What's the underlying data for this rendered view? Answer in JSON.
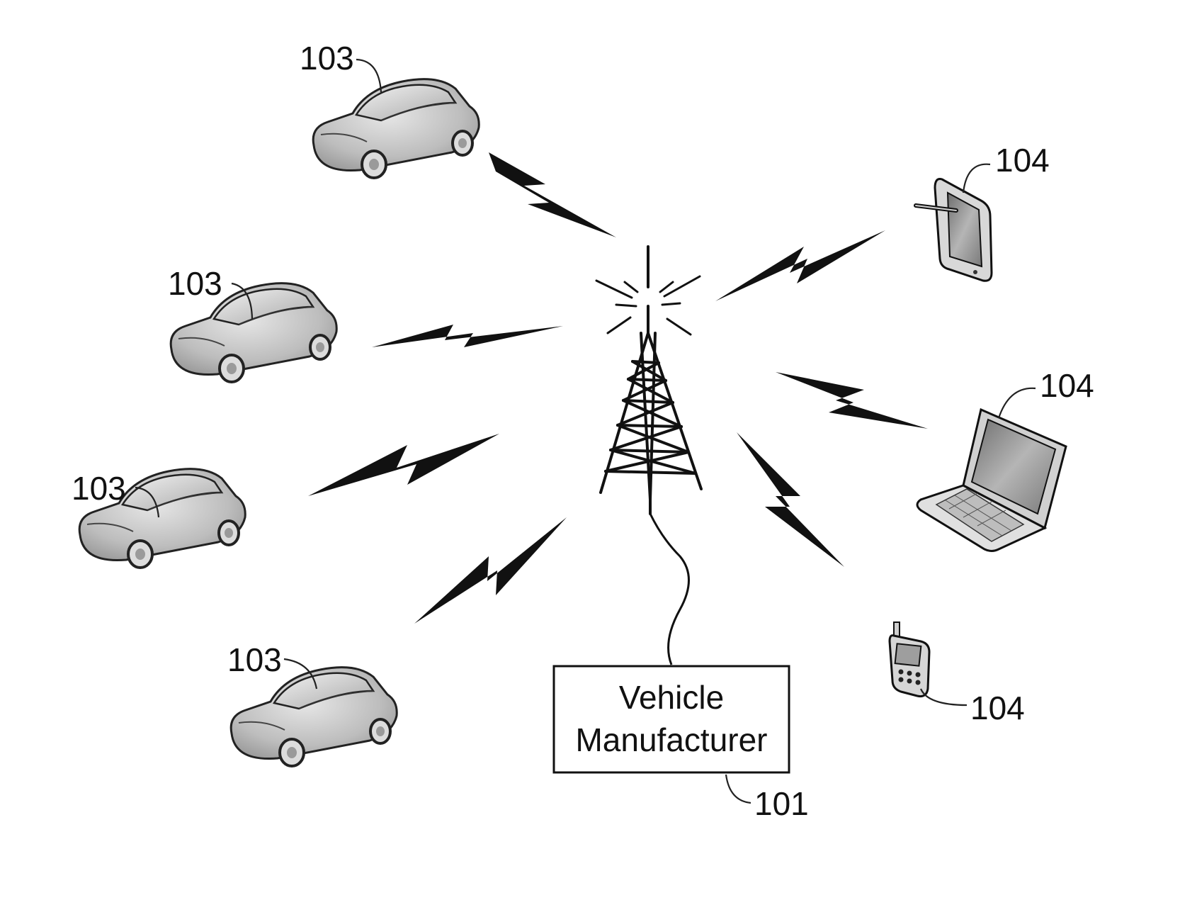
{
  "diagram": {
    "manufacturer_box": {
      "line1": "Vehicle",
      "line2": "Manufacturer",
      "ref": "101"
    },
    "vehicles": [
      {
        "ref": "103"
      },
      {
        "ref": "103"
      },
      {
        "ref": "103"
      },
      {
        "ref": "103"
      }
    ],
    "devices": [
      {
        "ref": "104",
        "icon": "tablet-icon"
      },
      {
        "ref": "104",
        "icon": "laptop-icon"
      },
      {
        "ref": "104",
        "icon": "mobile-phone-icon"
      }
    ],
    "center_icon": "cell-tower-icon",
    "link_icon": "lightning-bolt-icon"
  }
}
